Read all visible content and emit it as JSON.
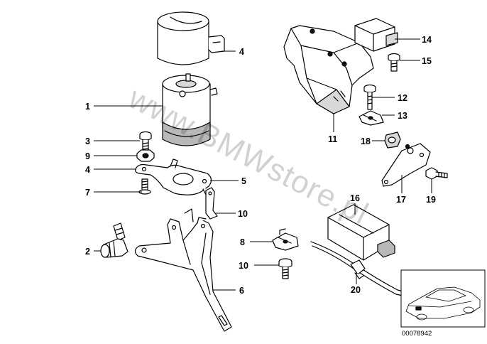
{
  "watermark": "www.BMWstore.pl",
  "reference_number": "00078942",
  "callouts": [
    {
      "id": "c1",
      "label": "1"
    },
    {
      "id": "c2",
      "label": "2"
    },
    {
      "id": "c3",
      "label": "3"
    },
    {
      "id": "c4a",
      "label": "4"
    },
    {
      "id": "c4b",
      "label": "4"
    },
    {
      "id": "c5",
      "label": "5"
    },
    {
      "id": "c6",
      "label": "6"
    },
    {
      "id": "c7",
      "label": "7"
    },
    {
      "id": "c8",
      "label": "8"
    },
    {
      "id": "c9",
      "label": "9"
    },
    {
      "id": "c10a",
      "label": "10"
    },
    {
      "id": "c10b",
      "label": "10"
    },
    {
      "id": "c11",
      "label": "11"
    },
    {
      "id": "c12",
      "label": "12"
    },
    {
      "id": "c13",
      "label": "13"
    },
    {
      "id": "c14",
      "label": "14"
    },
    {
      "id": "c15",
      "label": "15"
    },
    {
      "id": "c16",
      "label": "16"
    },
    {
      "id": "c17",
      "label": "17"
    },
    {
      "id": "c18",
      "label": "18"
    },
    {
      "id": "c19",
      "label": "19"
    },
    {
      "id": "c20",
      "label": "20"
    }
  ]
}
